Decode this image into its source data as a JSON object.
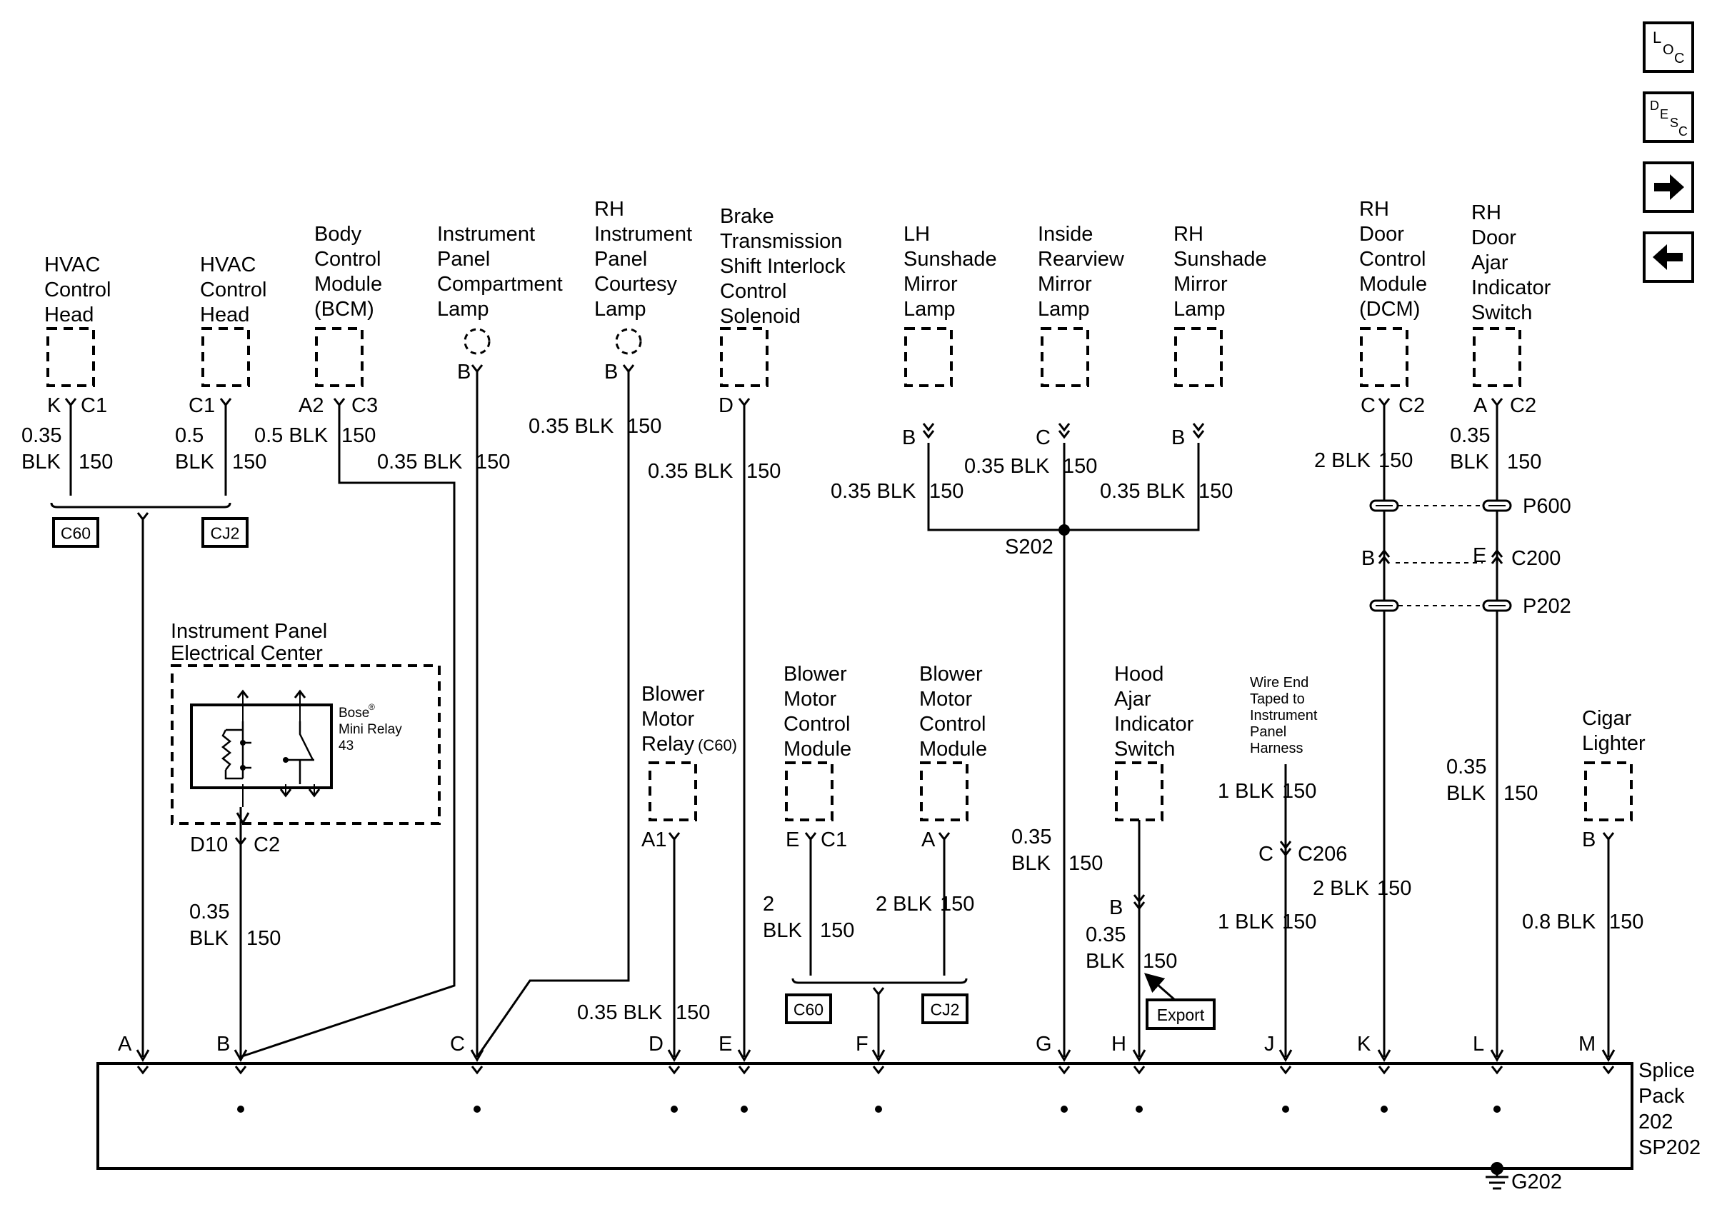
{
  "nav": {
    "loc": {
      "letters": [
        "L",
        "O",
        "C"
      ]
    },
    "desc": {
      "letters": [
        "D",
        "E",
        "S",
        "C"
      ]
    },
    "next_icon": "arrow-right-icon",
    "prev_icon": "arrow-left-icon"
  },
  "components": [
    {
      "id": "hvac-head-1",
      "lines": [
        "HVAC",
        "Control",
        "Head"
      ],
      "shape": "box"
    },
    {
      "id": "hvac-head-2",
      "lines": [
        "HVAC",
        "Control",
        "Head"
      ],
      "shape": "box"
    },
    {
      "id": "bcm",
      "lines": [
        "Body",
        "Control",
        "Module",
        "(BCM)"
      ],
      "shape": "box"
    },
    {
      "id": "ip-compartment-lamp",
      "lines": [
        "Instrument",
        "Panel",
        "Compartment",
        "Lamp"
      ],
      "shape": "lamp"
    },
    {
      "id": "rh-ip-courtesy-lamp",
      "lines": [
        "RH",
        "Instrument",
        "Panel",
        "Courtesy",
        "Lamp"
      ],
      "shape": "lamp"
    },
    {
      "id": "btsi-solenoid",
      "lines": [
        "Brake",
        "Transmission",
        "Shift Interlock",
        "Control",
        "Solenoid"
      ],
      "shape": "box"
    },
    {
      "id": "lh-sunshade-lamp",
      "lines": [
        "LH",
        "Sunshade",
        "Mirror",
        "Lamp"
      ],
      "shape": "box"
    },
    {
      "id": "inside-rearview-lamp",
      "lines": [
        "Inside",
        "Rearview",
        "Mirror",
        "Lamp"
      ],
      "shape": "box"
    },
    {
      "id": "rh-sunshade-lamp",
      "lines": [
        "RH",
        "Sunshade",
        "Mirror",
        "Lamp"
      ],
      "shape": "box"
    },
    {
      "id": "rh-dcm",
      "lines": [
        "RH",
        "Door",
        "Control",
        "Module",
        "(DCM)"
      ],
      "shape": "box"
    },
    {
      "id": "rh-door-ajar-switch",
      "lines": [
        "RH",
        "Door",
        "Ajar",
        "Indicator",
        "Switch"
      ],
      "shape": "box"
    },
    {
      "id": "blower-motor-relay",
      "lines": [
        "Blower",
        "Motor",
        "Relay"
      ],
      "suffix": "(C60)",
      "shape": "box"
    },
    {
      "id": "blower-motor-cm-1",
      "lines": [
        "Blower",
        "Motor",
        "Control",
        "Module"
      ],
      "shape": "box"
    },
    {
      "id": "blower-motor-cm-2",
      "lines": [
        "Blower",
        "Motor",
        "Control",
        "Module"
      ],
      "shape": "box"
    },
    {
      "id": "hood-ajar-switch",
      "lines": [
        "Hood",
        "Ajar",
        "Indicator",
        "Switch"
      ],
      "shape": "box"
    },
    {
      "id": "cigar-lighter",
      "lines": [
        "Cigar",
        "Lighter"
      ],
      "shape": "box"
    }
  ],
  "ipec": {
    "title_lines": [
      "Instrument Panel",
      "Electrical Center"
    ],
    "relay_brand": "Bose",
    "relay_mark": "®",
    "relay_name": "Mini Relay",
    "relay_number": "43"
  },
  "wire_end_note": [
    "Wire End",
    "Taped to",
    "Instrument",
    "Panel",
    "Harness"
  ],
  "pins": {
    "hvac1": [
      "K",
      "C1"
    ],
    "hvac2": [
      "C1"
    ],
    "bcm": [
      "A2",
      "C3"
    ],
    "ipc_lamp": [
      "B"
    ],
    "courtesy": [
      "B"
    ],
    "btsi": [
      "D"
    ],
    "lh_sun": [
      "B"
    ],
    "rearview": [
      "C"
    ],
    "rh_sun": [
      "B"
    ],
    "dcm": [
      "C",
      "C2"
    ],
    "ajar": [
      "A",
      "C2"
    ],
    "ipec": [
      "D10",
      "C2"
    ],
    "relay": [
      "A1"
    ],
    "bmcm1": [
      "E",
      "C1"
    ],
    "bmcm2": [
      "A"
    ],
    "hood": [
      "B"
    ],
    "c206": [
      "C",
      "C206"
    ],
    "cigar": [
      "B"
    ],
    "c200_b": "B",
    "c200_e": "E",
    "c200": "C200"
  },
  "wires": {
    "w1": [
      "0.35",
      "BLK",
      "150"
    ],
    "w2": [
      "0.5",
      "BLK",
      "150"
    ],
    "w3": [
      "0.5 BLK",
      "150"
    ],
    "w4": [
      "0.35 BLK",
      "150"
    ],
    "w5": [
      "0.35 BLK",
      "150"
    ],
    "w6": [
      "0.35 BLK",
      "150"
    ],
    "w7": [
      "0.35 BLK",
      "150"
    ],
    "w8": [
      "0.35 BLK",
      "150"
    ],
    "w9": [
      "0.35 BLK",
      "150"
    ],
    "w10": [
      "2 BLK",
      "150"
    ],
    "w11": [
      "0.35",
      "BLK",
      "150"
    ],
    "w12": [
      "0.35",
      "BLK",
      "150"
    ],
    "w13": [
      "0.35 BLK",
      "150"
    ],
    "w14": [
      "2",
      "BLK",
      "150"
    ],
    "w15": [
      "2 BLK",
      "150"
    ],
    "w16": [
      "0.35",
      "BLK",
      "150"
    ],
    "w17": [
      "0.35",
      "BLK",
      "150"
    ],
    "w18": [
      "1 BLK",
      "150"
    ],
    "w19": [
      "1 BLK",
      "150"
    ],
    "w20": [
      "2 BLK",
      "150"
    ],
    "w21": [
      "0.35",
      "BLK",
      "150"
    ],
    "w22": [
      "0.8 BLK",
      "150"
    ]
  },
  "connectors": {
    "c60": "C60",
    "cj2": "CJ2",
    "s202": "S202",
    "p600": "P600",
    "p202": "P202",
    "export": "Export"
  },
  "splice_pack": {
    "label_lines": [
      "Splice",
      "Pack",
      "202",
      "SP202"
    ],
    "pins": [
      "A",
      "B",
      "C",
      "D",
      "E",
      "F",
      "G",
      "H",
      "J",
      "K",
      "L",
      "M"
    ],
    "ground": "G202"
  }
}
